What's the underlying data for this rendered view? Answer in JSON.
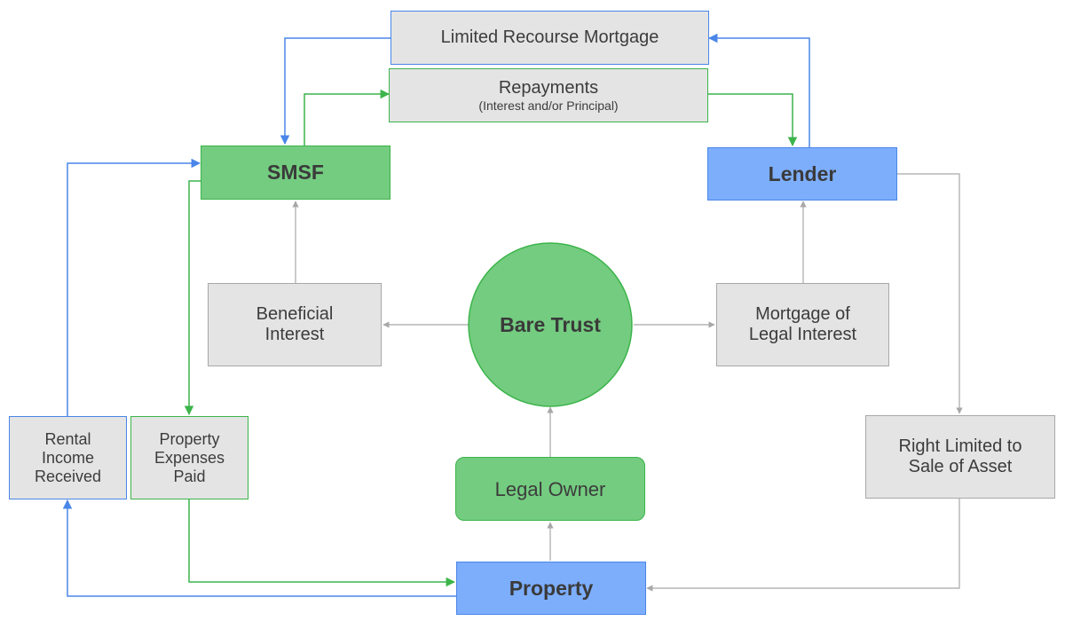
{
  "nodes": {
    "mortgage": {
      "label": "Limited Recourse Mortgage"
    },
    "repayments": {
      "label": "Repayments",
      "sublabel": "(Interest and/or Principal)"
    },
    "smsf": {
      "label": "SMSF"
    },
    "lender": {
      "label": "Lender"
    },
    "beneficial": {
      "label": "Beneficial\nInterest"
    },
    "bare_trust": {
      "label": "Bare Trust"
    },
    "mortgage_legal": {
      "label": "Mortgage of\nLegal Interest"
    },
    "rental": {
      "label": "Rental\nIncome\nReceived"
    },
    "expenses": {
      "label": "Property\nExpenses\nPaid"
    },
    "legal_owner": {
      "label": "Legal Owner"
    },
    "right_limited": {
      "label": "Right Limited to\nSale of Asset"
    },
    "property": {
      "label": "Property"
    }
  },
  "edges": [
    {
      "from": "mortgage",
      "to": "smsf",
      "color": "blue"
    },
    {
      "from": "lender",
      "to": "mortgage",
      "color": "blue"
    },
    {
      "from": "smsf",
      "to": "repayments",
      "color": "green"
    },
    {
      "from": "repayments",
      "to": "lender",
      "color": "green"
    },
    {
      "from": "rental",
      "to": "smsf",
      "color": "blue"
    },
    {
      "from": "smsf",
      "to": "expenses",
      "color": "green"
    },
    {
      "from": "expenses",
      "to": "property",
      "color": "green"
    },
    {
      "from": "property",
      "to": "rental",
      "color": "blue"
    },
    {
      "from": "beneficial",
      "to": "smsf",
      "color": "grey"
    },
    {
      "from": "bare_trust",
      "to": "beneficial",
      "color": "grey"
    },
    {
      "from": "bare_trust",
      "to": "mortgage_legal",
      "color": "grey"
    },
    {
      "from": "mortgage_legal",
      "to": "lender",
      "color": "grey"
    },
    {
      "from": "legal_owner",
      "to": "bare_trust",
      "color": "grey"
    },
    {
      "from": "property",
      "to": "legal_owner",
      "color": "grey"
    },
    {
      "from": "lender",
      "to": "right_limited",
      "color": "grey"
    },
    {
      "from": "right_limited",
      "to": "property",
      "color": "grey"
    }
  ],
  "colors": {
    "blue": "#4a86e8",
    "green": "#3cb44b",
    "grey": "#a8a8a8"
  }
}
